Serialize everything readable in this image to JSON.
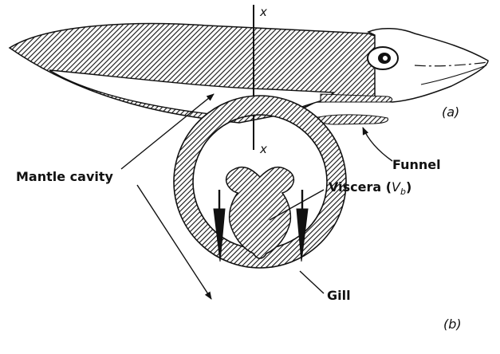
{
  "figure": {
    "labels": {
      "section_top": "x",
      "section_bottom": "x",
      "panel_a": "(a)",
      "panel_b": "(b)",
      "mantle_cavity": "Mantle cavity",
      "funnel": "Funnel",
      "viscera_prefix": "Viscera (",
      "viscera_symbol": "V",
      "viscera_subscript": "b",
      "viscera_suffix": ")",
      "gill": "Gill"
    },
    "colors": {
      "ink": "#111111",
      "background": "#ffffff"
    }
  }
}
